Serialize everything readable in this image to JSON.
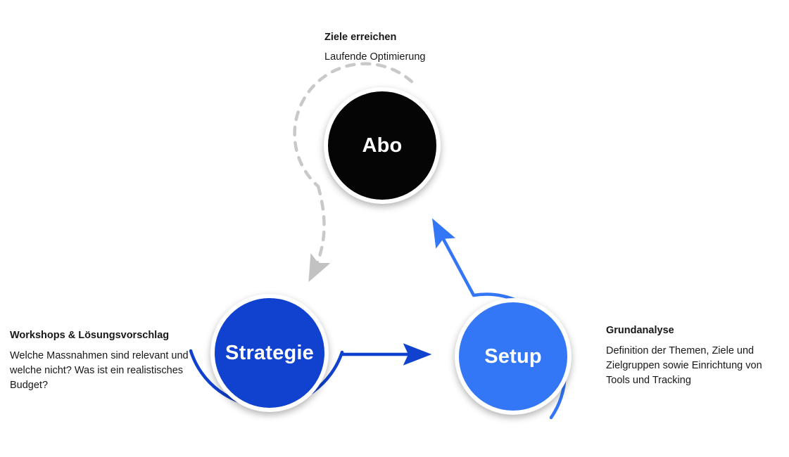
{
  "diagram": {
    "title_hidden": "",
    "colors": {
      "abo_fill": "#050505",
      "strategie_fill": "#1041cf",
      "setup_fill": "#3377f7",
      "arc_strategie": "#1041cf",
      "arc_setup": "#3377f7",
      "arc_abo_dashed": "#c9c9c9",
      "arrow_strategie_to_setup": "#1041cf",
      "arrow_setup_to_abo": "#3377f7",
      "arrow_abo_to_strategie": "#c9c9c9",
      "text": "#17181a",
      "background": "#ffffff",
      "ring": "#ffffff"
    },
    "nodes": [
      {
        "id": "abo",
        "label": "Abo"
      },
      {
        "id": "strategie",
        "label": "Strategie"
      },
      {
        "id": "setup",
        "label": "Setup"
      }
    ],
    "annotations": [
      {
        "id": "abo",
        "title": "Ziele erreichen",
        "body": "Laufende Optimierung"
      },
      {
        "id": "strategie",
        "title": "Workshops & Lösungsvorschlag",
        "body": "Welche Massnahmen sind relevant und welche nicht? Was ist ein realistisches Budget?"
      },
      {
        "id": "setup",
        "title": "Grundanalyse",
        "body": "Definition der Themen, Ziele und Zielgruppen sowie Einrichtung von Tools und Tracking"
      }
    ],
    "flow": [
      {
        "from": "strategie",
        "to": "setup",
        "style": "solid"
      },
      {
        "from": "setup",
        "to": "abo",
        "style": "solid"
      },
      {
        "from": "abo",
        "to": "strategie",
        "style": "dashed"
      }
    ]
  }
}
